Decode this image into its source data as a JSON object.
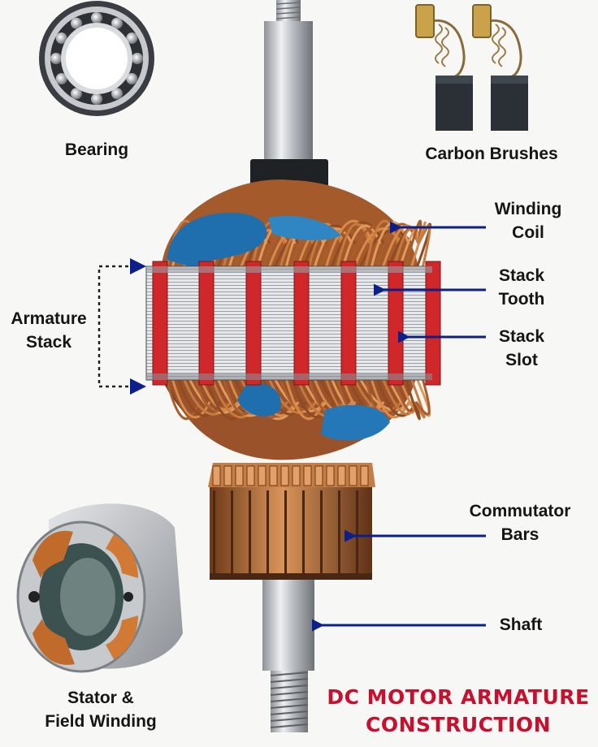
{
  "title": {
    "line1": "DC MOTOR ARMATURE",
    "line2": "CONSTRUCTION"
  },
  "labels": {
    "bearing": "Bearing",
    "carbon_brushes": "Carbon Brushes",
    "winding_coil": [
      "Winding",
      "Coil"
    ],
    "stack_tooth": [
      "Stack",
      "Tooth"
    ],
    "stack_slot": [
      "Stack",
      "Slot"
    ],
    "armature_stack": [
      "Armature",
      "Stack"
    ],
    "commutator_bars": [
      "Commutator",
      "Bars"
    ],
    "shaft": "Shaft",
    "stator": [
      "Stator &",
      "Field Winding"
    ]
  },
  "colors": {
    "title": "#c8102e",
    "arrow": "#0d1f8c",
    "copper": "#b86a34",
    "insulation_blue": "#1f6fae",
    "slot_red": "#d0272a",
    "steel": "#c9ccd0"
  }
}
